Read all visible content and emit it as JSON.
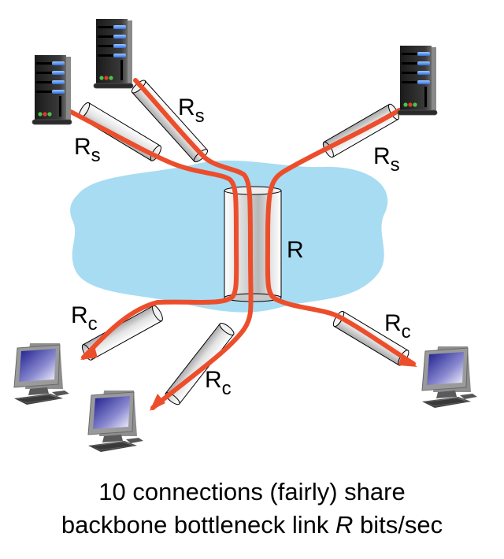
{
  "diagram": {
    "title": "TCP fairness: connections sharing a backbone bottleneck link",
    "network_cloud": {
      "color": "#a8dcf2"
    },
    "flow_color": "#ec4e2c",
    "bottleneck": {
      "label": "R"
    },
    "servers": [
      {
        "id": "server-left",
        "link_label": "R",
        "link_subscript": "s"
      },
      {
        "id": "server-top",
        "link_label": "R",
        "link_subscript": "s"
      },
      {
        "id": "server-right",
        "link_label": "R",
        "link_subscript": "s"
      }
    ],
    "clients": [
      {
        "id": "client-left",
        "link_label": "R",
        "link_subscript": "c"
      },
      {
        "id": "client-middle",
        "link_label": "R",
        "link_subscript": "c"
      },
      {
        "id": "client-right",
        "link_label": "R",
        "link_subscript": "c"
      }
    ],
    "caption": {
      "line1": "10 connections (fairly) share",
      "line2_pre": "backbone bottleneck link ",
      "line2_var": "R",
      "line2_post": " bits/sec"
    }
  }
}
